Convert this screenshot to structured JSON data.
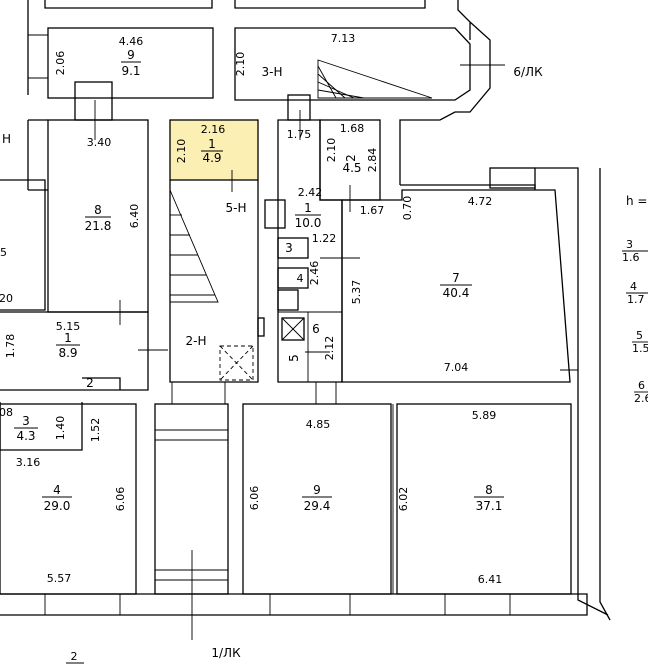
{
  "colors": {
    "highlight": "#fbefb3",
    "line": "#000000",
    "background": "#ffffff"
  },
  "rooms": {
    "r9_top": {
      "dim_top": "4.46",
      "dim_side": "2.06",
      "num": "9",
      "area": "9.1"
    },
    "r3h": {
      "dim_top": "7.13",
      "dim_side": "2.10",
      "label": "3-Н",
      "exit": "6/ЛК"
    },
    "r8_left": {
      "dim_top": "3.40",
      "dim_side": "6.40",
      "num": "8",
      "area": "21.8"
    },
    "r1_hl": {
      "dim_top": "2.16",
      "dim_side": "2.10",
      "num": "1",
      "area": "4.9"
    },
    "r5h": {
      "label": "5-Н"
    },
    "r1_mid": {
      "dim_a": "1.75",
      "dim_b": "2.42",
      "num": "1",
      "area": "10.0",
      "dim_c": "1.22",
      "dim_d": "2.46"
    },
    "r2_small": {
      "dim_top": "1.68",
      "dim_a": "2.10",
      "dim_b": "2.84",
      "num": "2",
      "area": "4.5",
      "dim_bottom": "1.67"
    },
    "r7": {
      "dim_top": "4.72",
      "dim_side": "0.70",
      "dim_left": "5.37",
      "num": "7",
      "area": "40.4",
      "dim_bottom": "7.04"
    },
    "r1_left": {
      "dim_top": "5.15",
      "dim_side": "1.78",
      "num": "1",
      "area": "8.9",
      "dim_edge": "20"
    },
    "r2h": {
      "label": "2-Н"
    },
    "small": {
      "n3": "3",
      "n4": "4",
      "n5": "5",
      "n6": "6",
      "dim_6": "2.12",
      "n2": "2"
    },
    "r3_left": {
      "num": "3",
      "area": "4.3",
      "dim_a": "1.40",
      "dim_b": "1.52",
      "dim_c": "08",
      "dim_bottom": "3.16"
    },
    "r4_left": {
      "num": "4",
      "area": "29.0",
      "dim_side": "6.06",
      "dim_bottom": "5.57"
    },
    "r9_bottom": {
      "dim_top": "4.85",
      "dim_side": "6.06",
      "num": "9",
      "area": "29.4"
    },
    "r8_bottom": {
      "dim_top": "5.89",
      "dim_side": "6.02",
      "num": "8",
      "area": "37.1",
      "dim_bottom": "6.41"
    },
    "edge_left": {
      "h": "Н",
      "a": "5"
    },
    "edge_right": {
      "h": "h =",
      "f1_num": "3",
      "f1_val": "1.6",
      "f2_num": "4",
      "f2_val": "1.7",
      "f3_num": "5",
      "f3_val": "1.5",
      "f4_num": "6",
      "f4_val": "2.6"
    },
    "bottom": {
      "frac_num": "2",
      "exit": "1/ЛК"
    }
  }
}
